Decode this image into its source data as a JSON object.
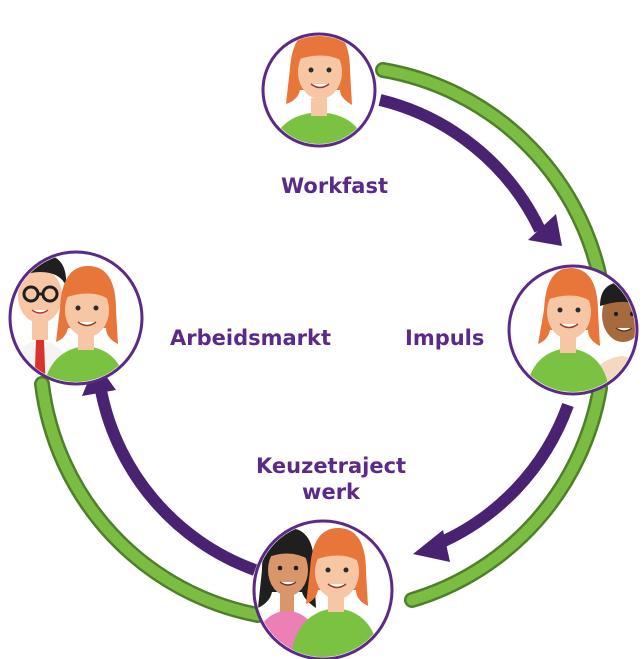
{
  "colors": {
    "primary_ring": "#7bbd42",
    "primary_ring_dark": "#4f7f2a",
    "arrow": "#4a2272",
    "label_text": "#5b2a86",
    "circle_border": "#5b2a86",
    "shirt_green": "#7cc242",
    "hair_orange": "#e8753a",
    "skin_light": "#f7c6a5",
    "skin_dark": "#a66a3f",
    "hair_black": "#1f1f1f",
    "shirt_pink": "#ee7eb6"
  },
  "stages": [
    {
      "id": "workfast",
      "label": "Workfast",
      "people": [
        {
          "icon": "woman-redhead-icon",
          "shirt": "green"
        }
      ]
    },
    {
      "id": "impuls",
      "label": "Impuls",
      "people": [
        {
          "icon": "woman-redhead-icon",
          "shirt": "green"
        },
        {
          "icon": "man-dark-skin-icon",
          "shirt": "light"
        }
      ]
    },
    {
      "id": "keuzetraject",
      "label_line1": "Keuzetraject",
      "label_line2": "werk",
      "people": [
        {
          "icon": "woman-dark-hair-icon",
          "shirt": "pink"
        },
        {
          "icon": "woman-redhead-icon",
          "shirt": "green"
        }
      ]
    },
    {
      "id": "arbeidsmarkt",
      "label": "Arbeidsmarkt",
      "people": [
        {
          "icon": "man-glasses-tie-icon",
          "shirt": "white"
        },
        {
          "icon": "woman-redhead-icon",
          "shirt": "green"
        }
      ]
    }
  ]
}
